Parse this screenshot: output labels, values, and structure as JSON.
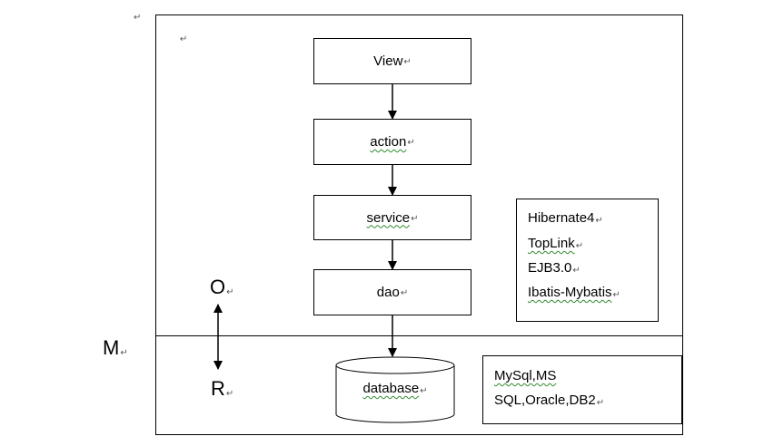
{
  "return_mark": "↵",
  "layers": {
    "view": "View",
    "action": "action",
    "service": "service",
    "dao": "dao",
    "database": "database"
  },
  "orm_tools": [
    "Hibernate4",
    "TopLink",
    "EJB3.0",
    "Ibatis-Mybatis"
  ],
  "databases": [
    "MySql,MS",
    "SQL,Oracle,DB2"
  ],
  "orm_letters": {
    "o": "O",
    "r": "R",
    "m": "M"
  }
}
